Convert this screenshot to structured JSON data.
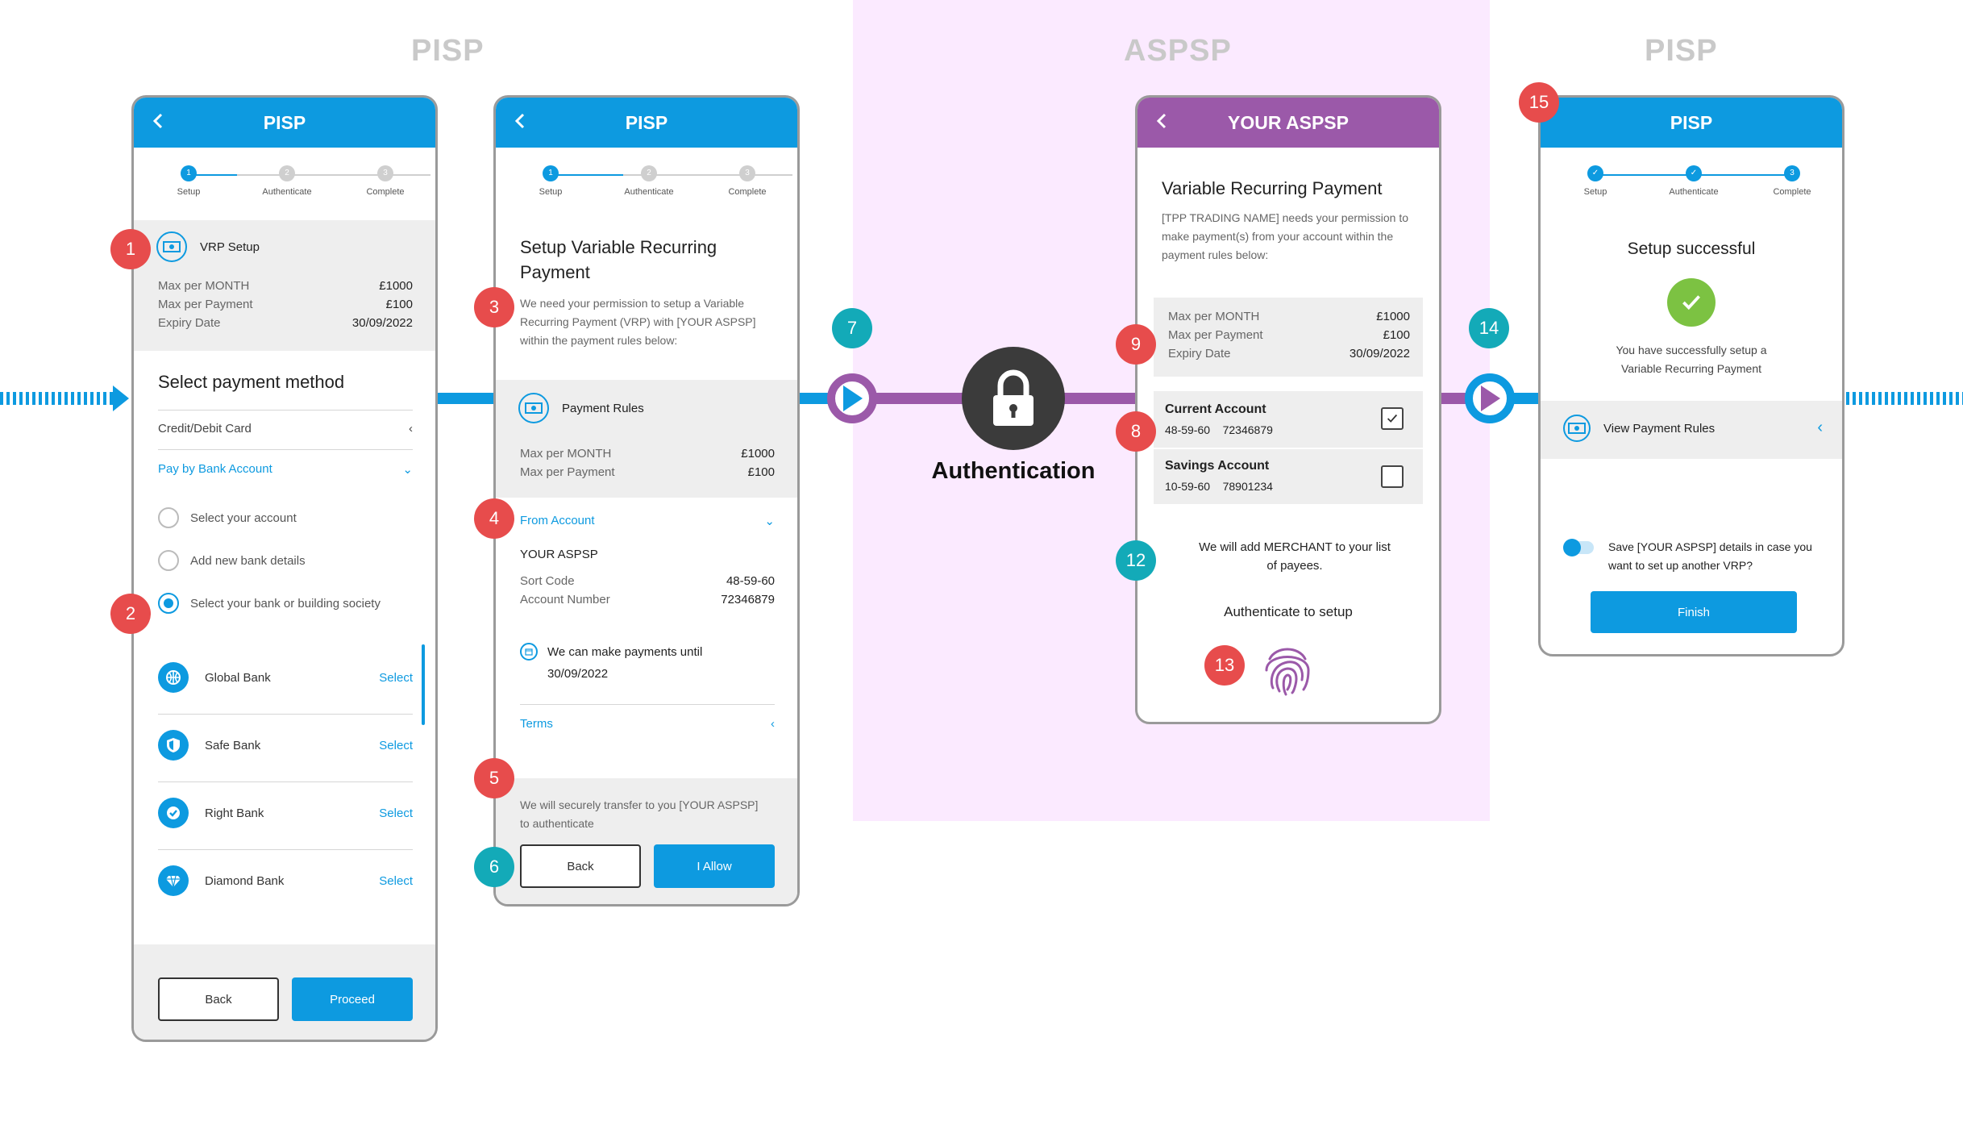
{
  "zones": {
    "pisp_left": "PISP",
    "aspsp": "ASPSP",
    "pisp_right": "PISP"
  },
  "steps": [
    "Setup",
    "Authenticate",
    "Complete"
  ],
  "screen1": {
    "header": "PISP",
    "vrp_title": "VRP Setup",
    "limits": [
      {
        "label": "Max per MONTH",
        "value": "£1000"
      },
      {
        "label": "Max per Payment",
        "value": "£100"
      },
      {
        "label": "Expiry Date",
        "value": "30/09/2022"
      }
    ],
    "select_title": "Select payment method",
    "card_option": "Credit/Debit Card",
    "bank_option": "Pay by Bank Account",
    "radios": [
      "Select your account",
      "Add new bank details",
      "Select your bank or building society"
    ],
    "banks": [
      "Global Bank",
      "Safe Bank",
      "Right Bank",
      "Diamond Bank"
    ],
    "select_label": "Select",
    "back": "Back",
    "proceed": "Proceed"
  },
  "screen2": {
    "header": "PISP",
    "title": "Setup Variable Recurring Payment",
    "intro": "We need your permission to setup a Variable Recurring Payment (VRP) with [YOUR ASPSP] within the payment rules below:",
    "rules_title": "Payment Rules",
    "limits": [
      {
        "label": "Max per MONTH",
        "value": "£1000"
      },
      {
        "label": "Max per Payment",
        "value": "£100"
      }
    ],
    "from_account": "From Account",
    "bank_name": "YOUR ASPSP",
    "sort_code_label": "Sort Code",
    "sort_code": "48-59-60",
    "account_number_label": "Account Number",
    "account_number": "72346879",
    "until_text": "We can make payments until",
    "until_date": "30/09/2022",
    "terms": "Terms",
    "transfer_note": "We will securely transfer to you [YOUR ASPSP] to authenticate",
    "back": "Back",
    "allow": "I Allow"
  },
  "auth_label": "Authentication",
  "screen3": {
    "header": "YOUR ASPSP",
    "title": "Variable Recurring Payment",
    "intro": "[TPP TRADING NAME] needs your permission to make payment(s) from your account within the payment rules below:",
    "limits": [
      {
        "label": "Max per MONTH",
        "value": "£1000"
      },
      {
        "label": "Max per Payment",
        "value": "£100"
      },
      {
        "label": "Expiry Date",
        "value": "30/09/2022"
      }
    ],
    "accounts": [
      {
        "name": "Current Account",
        "sort": "48-59-60",
        "number": "72346879",
        "checked": true
      },
      {
        "name": "Savings Account",
        "sort": "10-59-60",
        "number": "78901234",
        "checked": false
      }
    ],
    "payee_note": "We will add MERCHANT to your list of payees.",
    "auth_setup": "Authenticate to setup"
  },
  "screen4": {
    "header": "PISP",
    "title": "Setup successful",
    "message": "You have successfully setup a Variable Recurring Payment",
    "view_rules": "View Payment Rules",
    "save_note": "Save [YOUR ASPSP] details in case you want to set up another VRP?",
    "finish": "Finish"
  },
  "badges": [
    "1",
    "2",
    "3",
    "4",
    "5",
    "6",
    "7",
    "8",
    "9",
    "12",
    "13",
    "14",
    "15"
  ],
  "colors": {
    "blue": "#0d9ae0",
    "purple": "#9b59a9",
    "red_badge": "#e74c4c",
    "teal_badge": "#13aab8",
    "success": "#7cc242"
  }
}
